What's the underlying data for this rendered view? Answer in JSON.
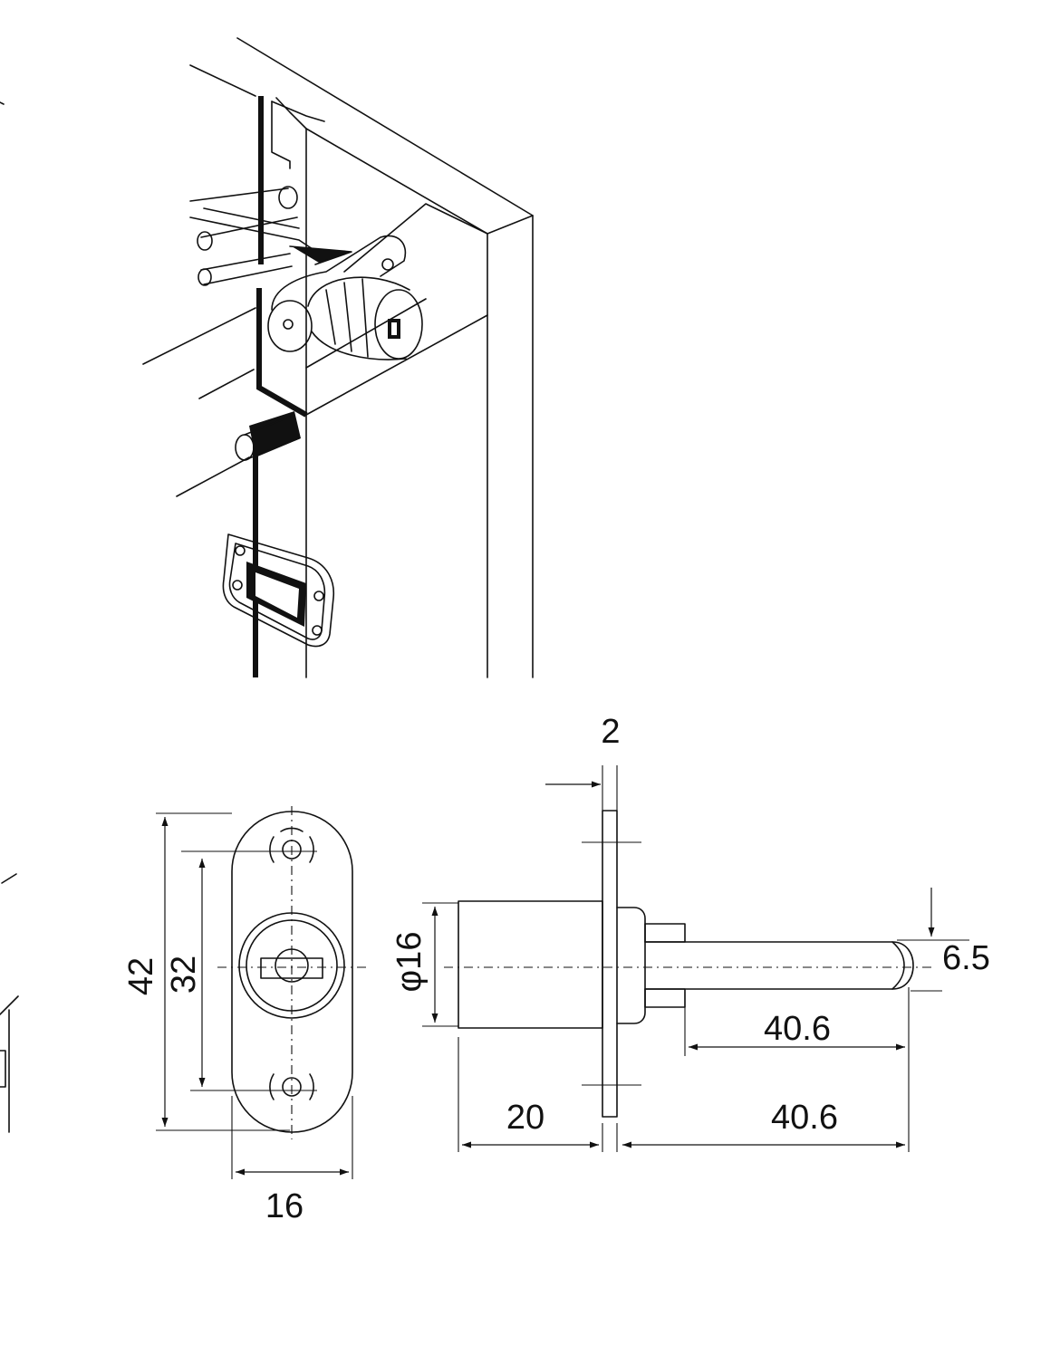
{
  "dimensions": {
    "top_plate_thickness": "2",
    "total_height": "42",
    "hole_spacing": "32",
    "plate_width": "16",
    "body_diameter": "φ16",
    "bolt_diameter": "6.5",
    "bolt_length": "40.6",
    "body_length": "20",
    "rear_length": "40.6"
  },
  "colors": {
    "line": "#111111",
    "background": "#ffffff"
  }
}
